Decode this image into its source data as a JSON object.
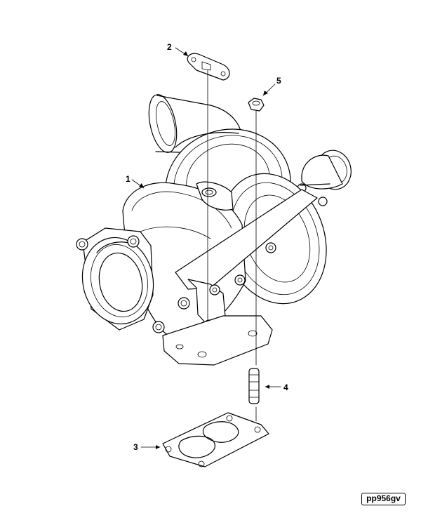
{
  "figure_id": "pp956gv",
  "callouts": [
    {
      "number": "1",
      "part": "turbocharger"
    },
    {
      "number": "2",
      "part": "oil-drain-gasket"
    },
    {
      "number": "3",
      "part": "turbocharger-mounting-gasket"
    },
    {
      "number": "4",
      "part": "mounting-stud"
    },
    {
      "number": "5",
      "part": "mounting-nut"
    }
  ]
}
